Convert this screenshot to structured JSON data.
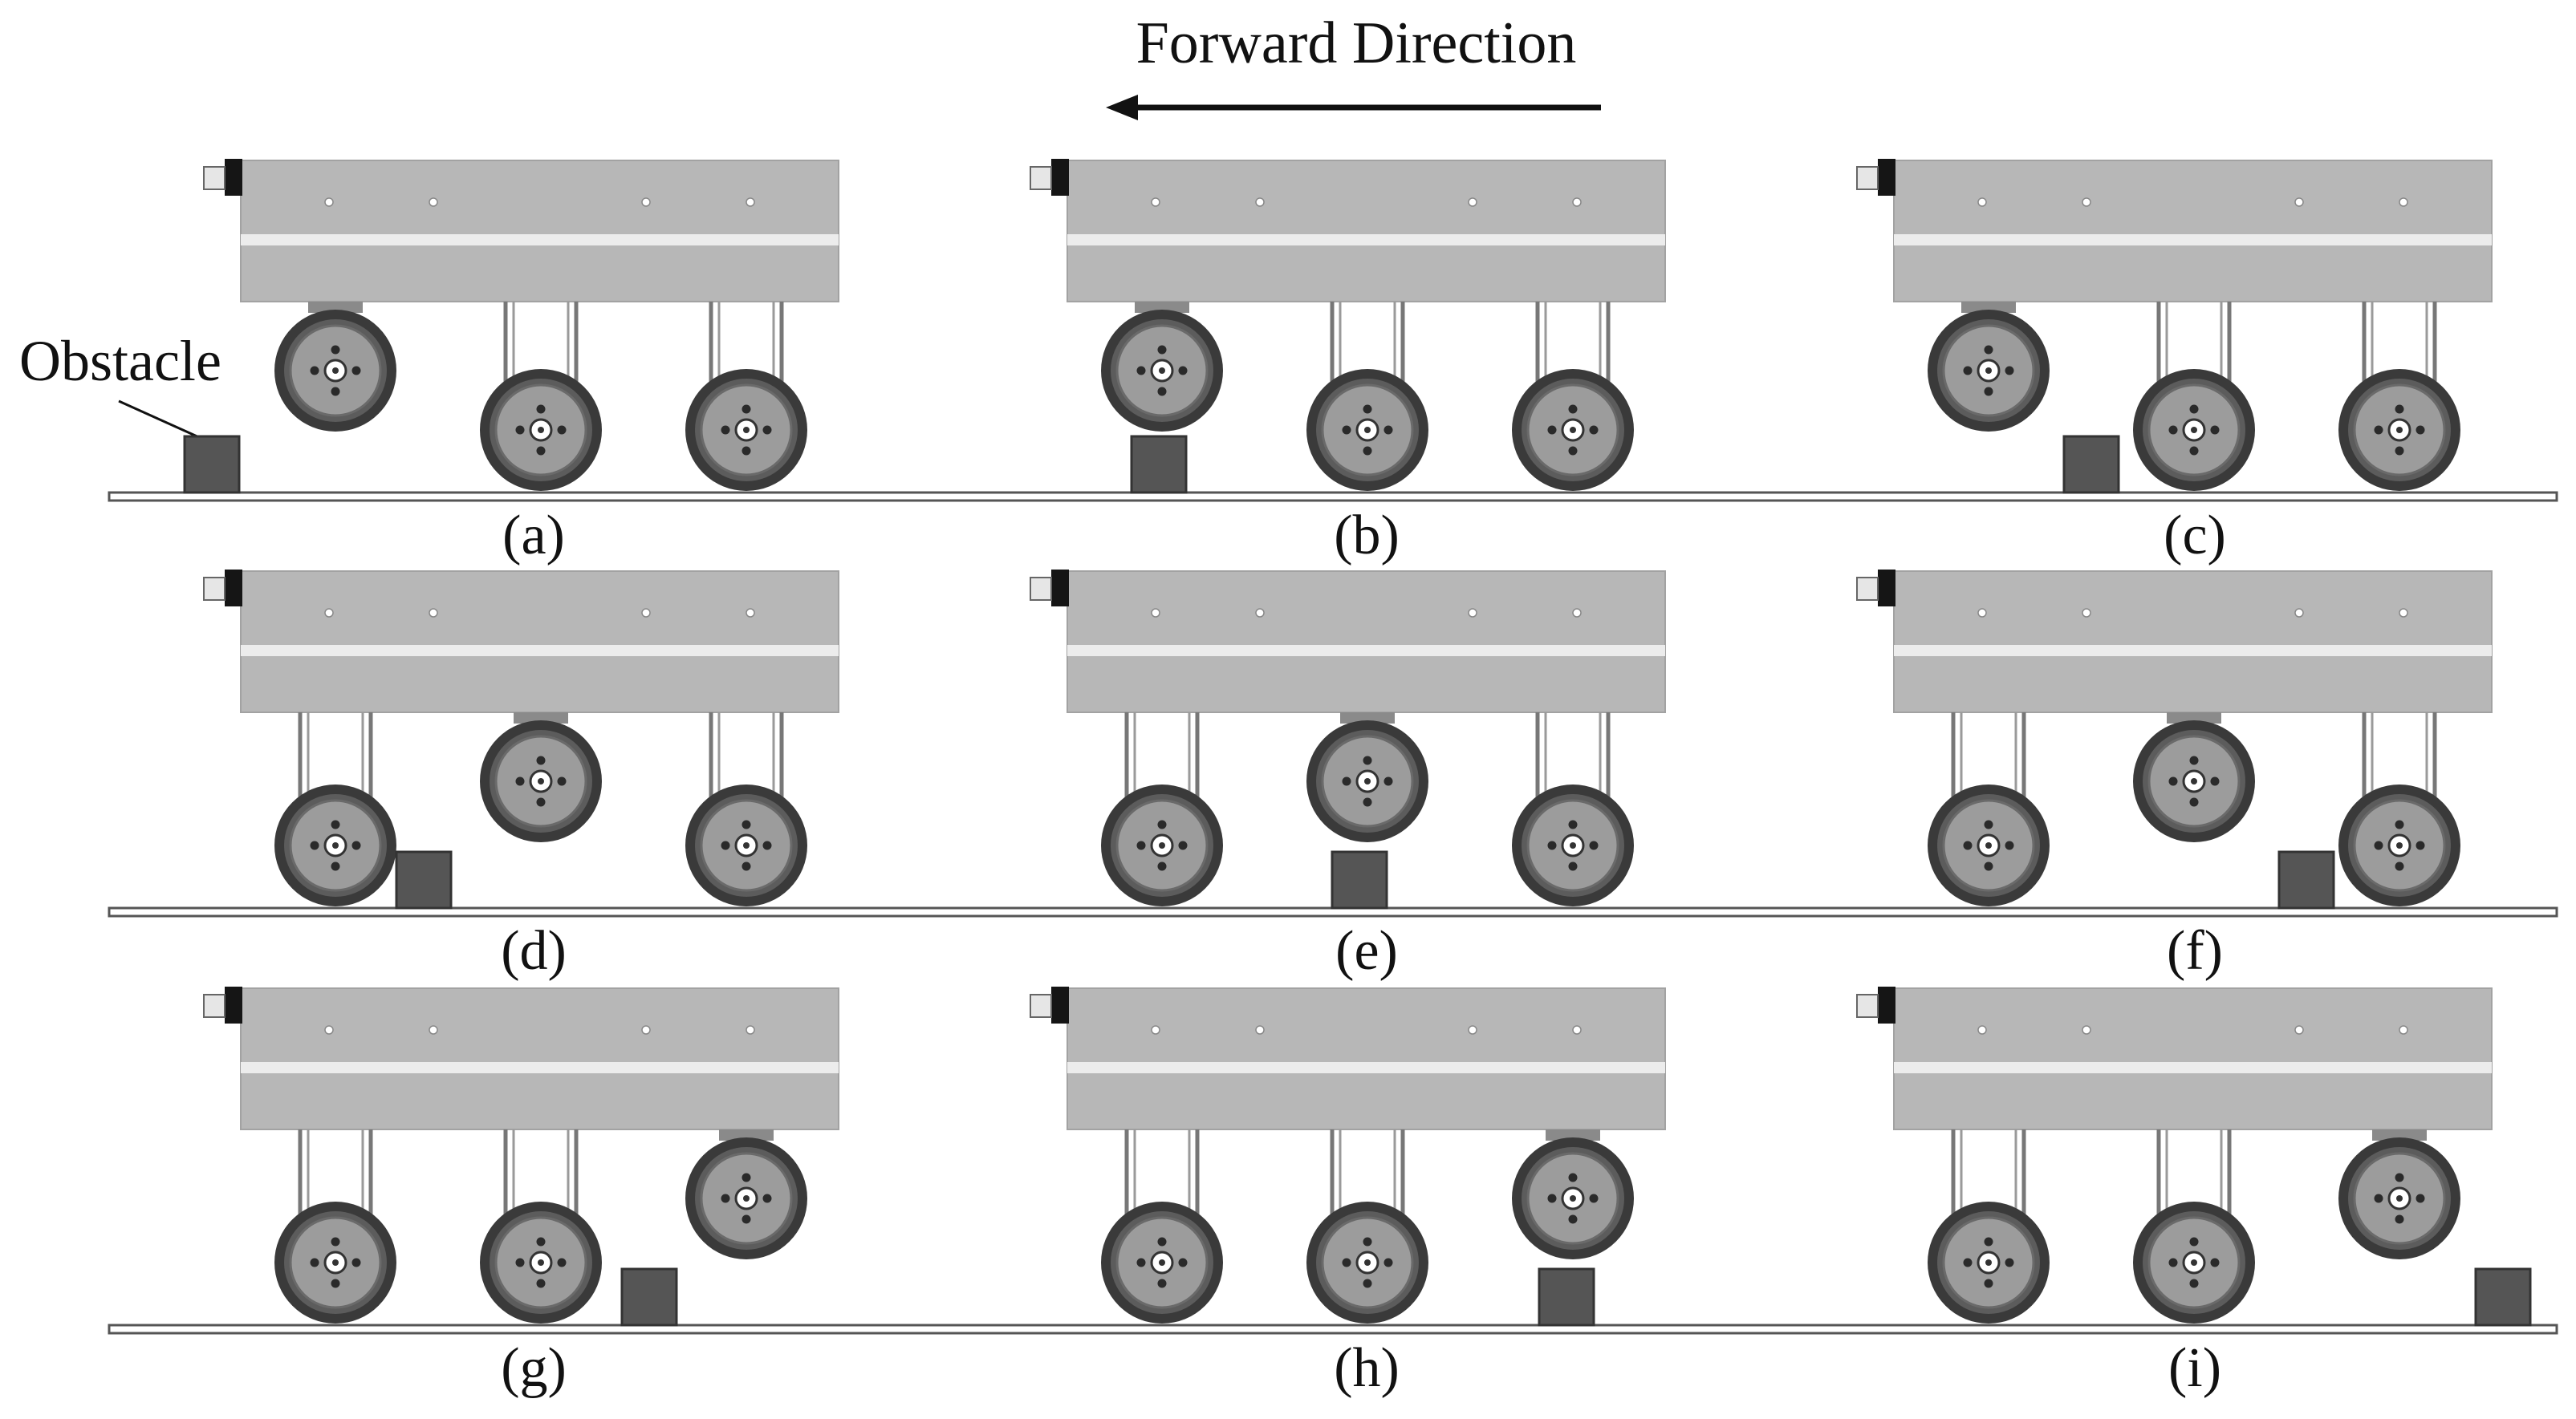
{
  "header": {
    "direction_label": "Forward Direction"
  },
  "obstacle_label": "Obstacle",
  "colors": {
    "body_fill": "#b7b7b7",
    "body_stripe": "#ececec",
    "wheel_tire": "#3a3a3a",
    "wheel_hub": "#9c9c9c",
    "obstacle_fill": "#555555",
    "ground_stroke": "#555555",
    "bracket_stroke": "#777777"
  },
  "panels": [
    {
      "label": "(a)",
      "lifted_wheel": "front",
      "obstacle_position": "ahead of front wheel"
    },
    {
      "label": "(b)",
      "lifted_wheel": "front",
      "obstacle_position": "under front wheel"
    },
    {
      "label": "(c)",
      "lifted_wheel": "front",
      "obstacle_position": "passed front wheel"
    },
    {
      "label": "(d)",
      "lifted_wheel": "middle",
      "obstacle_position": "ahead of middle wheel"
    },
    {
      "label": "(e)",
      "lifted_wheel": "middle",
      "obstacle_position": "under middle wheel"
    },
    {
      "label": "(f)",
      "lifted_wheel": "middle",
      "obstacle_position": "passed middle wheel"
    },
    {
      "label": "(g)",
      "lifted_wheel": "rear",
      "obstacle_position": "ahead of rear wheel"
    },
    {
      "label": "(h)",
      "lifted_wheel": "rear",
      "obstacle_position": "under rear wheel"
    },
    {
      "label": "(i)",
      "lifted_wheel": "rear",
      "obstacle_position": "passed rear wheel"
    }
  ]
}
